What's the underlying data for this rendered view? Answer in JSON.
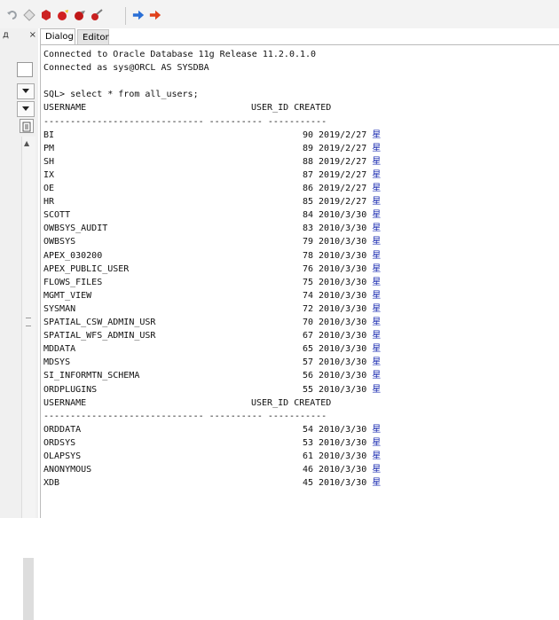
{
  "tabs": {
    "dialog": "Dialog",
    "editor": "Editor"
  },
  "left_panel": {
    "pin_label": "д",
    "close_label": "×"
  },
  "console": {
    "connect_lines": [
      "Connected to Oracle Database 11g Release 11.2.0.1.0",
      "Connected as sys@ORCL AS SYSDBA"
    ],
    "query": "SQL> select * from all_users;",
    "headers": {
      "username": "USERNAME",
      "user_id": "USER_ID",
      "created": "CREATED"
    },
    "separator": "------------------------------ ---------- -----------",
    "row_suffix": "星",
    "rows_block1": [
      [
        "BI",
        "90",
        "2019/2/27"
      ],
      [
        "PM",
        "89",
        "2019/2/27"
      ],
      [
        "SH",
        "88",
        "2019/2/27"
      ],
      [
        "IX",
        "87",
        "2019/2/27"
      ],
      [
        "OE",
        "86",
        "2019/2/27"
      ],
      [
        "HR",
        "85",
        "2019/2/27"
      ],
      [
        "SCOTT",
        "84",
        "2010/3/30"
      ],
      [
        "OWBSYS_AUDIT",
        "83",
        "2010/3/30"
      ],
      [
        "OWBSYS",
        "79",
        "2010/3/30"
      ],
      [
        "APEX_030200",
        "78",
        "2010/3/30"
      ],
      [
        "APEX_PUBLIC_USER",
        "76",
        "2010/3/30"
      ],
      [
        "FLOWS_FILES",
        "75",
        "2010/3/30"
      ],
      [
        "MGMT_VIEW",
        "74",
        "2010/3/30"
      ],
      [
        "SYSMAN",
        "72",
        "2010/3/30"
      ],
      [
        "SPATIAL_CSW_ADMIN_USR",
        "70",
        "2010/3/30"
      ],
      [
        "SPATIAL_WFS_ADMIN_USR",
        "67",
        "2010/3/30"
      ],
      [
        "MDDATA",
        "65",
        "2010/3/30"
      ],
      [
        "MDSYS",
        "57",
        "2010/3/30"
      ],
      [
        "SI_INFORMTN_SCHEMA",
        "56",
        "2010/3/30"
      ],
      [
        "ORDPLUGINS",
        "55",
        "2010/3/30"
      ]
    ],
    "rows_block2": [
      [
        "ORDDATA",
        "54",
        "2010/3/30"
      ],
      [
        "ORDSYS",
        "53",
        "2010/3/30"
      ],
      [
        "OLAPSYS",
        "61",
        "2010/3/30"
      ],
      [
        "ANONYMOUS",
        "46",
        "2010/3/30"
      ],
      [
        "XDB",
        "45",
        "2010/3/30"
      ]
    ]
  },
  "toolbar_icons": [
    {
      "name": "undo-icon",
      "color": "#9aa0a6"
    },
    {
      "name": "diamond-icon",
      "color": "#a0a0a0"
    },
    {
      "name": "record-red-icon",
      "color": "#cc2222"
    },
    {
      "name": "tool-red-icon",
      "color": "#d02020"
    },
    {
      "name": "tool-red2-icon",
      "color": "#c01818"
    },
    {
      "name": "brush-red-icon",
      "color": "#c82020"
    },
    {
      "name": "arrow-right-icon",
      "color": "#2a6fd6"
    },
    {
      "name": "arrow-right-red-icon",
      "color": "#e0401a"
    }
  ]
}
